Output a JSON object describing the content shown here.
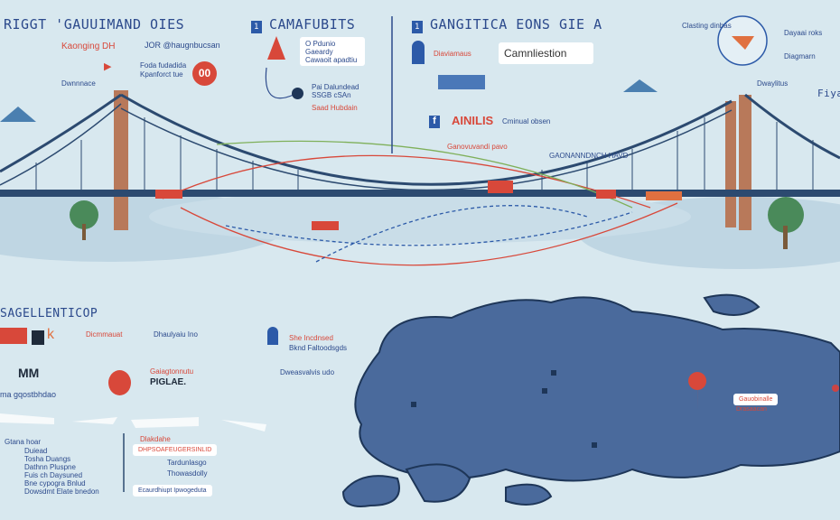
{
  "header": {
    "title_left": "RIGGT 'GAUUIMAND OIES",
    "section2_num": "1",
    "section2_title": "CAMAFUBITS",
    "section3_num": "1",
    "section3_title": "GANGITICA EONS GIE A"
  },
  "top_left": {
    "item1": "Kaonging DH",
    "item2": "JOR @haugnbucsan",
    "item3": "Foda fudadida",
    "item4": "Kpanforct tue",
    "item5": "Dwnnnace",
    "badge": "00"
  },
  "camafubits": {
    "note": "O Pdunio Gaeardy Cawaoit apadtiu",
    "label1": "Pai Dalundead",
    "label2": "SSGB cSAn",
    "label3": "Saad Hubdain"
  },
  "gangitica": {
    "search_box": "Camnliestion",
    "item1": "Diaviamaus",
    "item2": "AINILIS",
    "item3": "Cminual obsen",
    "item4": "Ganovuvandi pavo",
    "item5": "GAONANNDNCH HAVD"
  },
  "top_right": {
    "label1": "Clasting dinbas",
    "label2": "Dayaai roks",
    "label3": "Diagmarn",
    "label4": "Dwaylitus",
    "label5": "Fiyal"
  },
  "bottom_left": {
    "title": "SAGELLENTICOP",
    "logo_text": "k",
    "item1": "Dicmmauat",
    "item2": "Dhaulyaiu Ino",
    "item3": "MM",
    "item4": "ma gqostbhdao",
    "item5": "Gaiagtonnutu",
    "item6": "PIGLAE.",
    "legend_title": "Gtana hoar",
    "legend": [
      "Duiead",
      "Tosha Duangs",
      "Dathnn Pluspne",
      "Fuis ch Daysuned",
      "Bne cypogra Bnlud",
      "Dowsdmt Elate bnedon"
    ],
    "box1": "Dlakdahe",
    "box2": "DHPSOAFEUGERSINLID",
    "sub1": "Tardunlasgo",
    "sub2": "Thowasdolly",
    "footer": "Ecaurdhiupt Ipwogeduta"
  },
  "middle": {
    "item1": "She Incdnsed",
    "item2": "Bknd Faltoodsgds",
    "item3": "Dweasvalvis udo"
  },
  "map": {
    "pin_label": "Gauobinalle",
    "pin_sub": "Drasaacan"
  }
}
